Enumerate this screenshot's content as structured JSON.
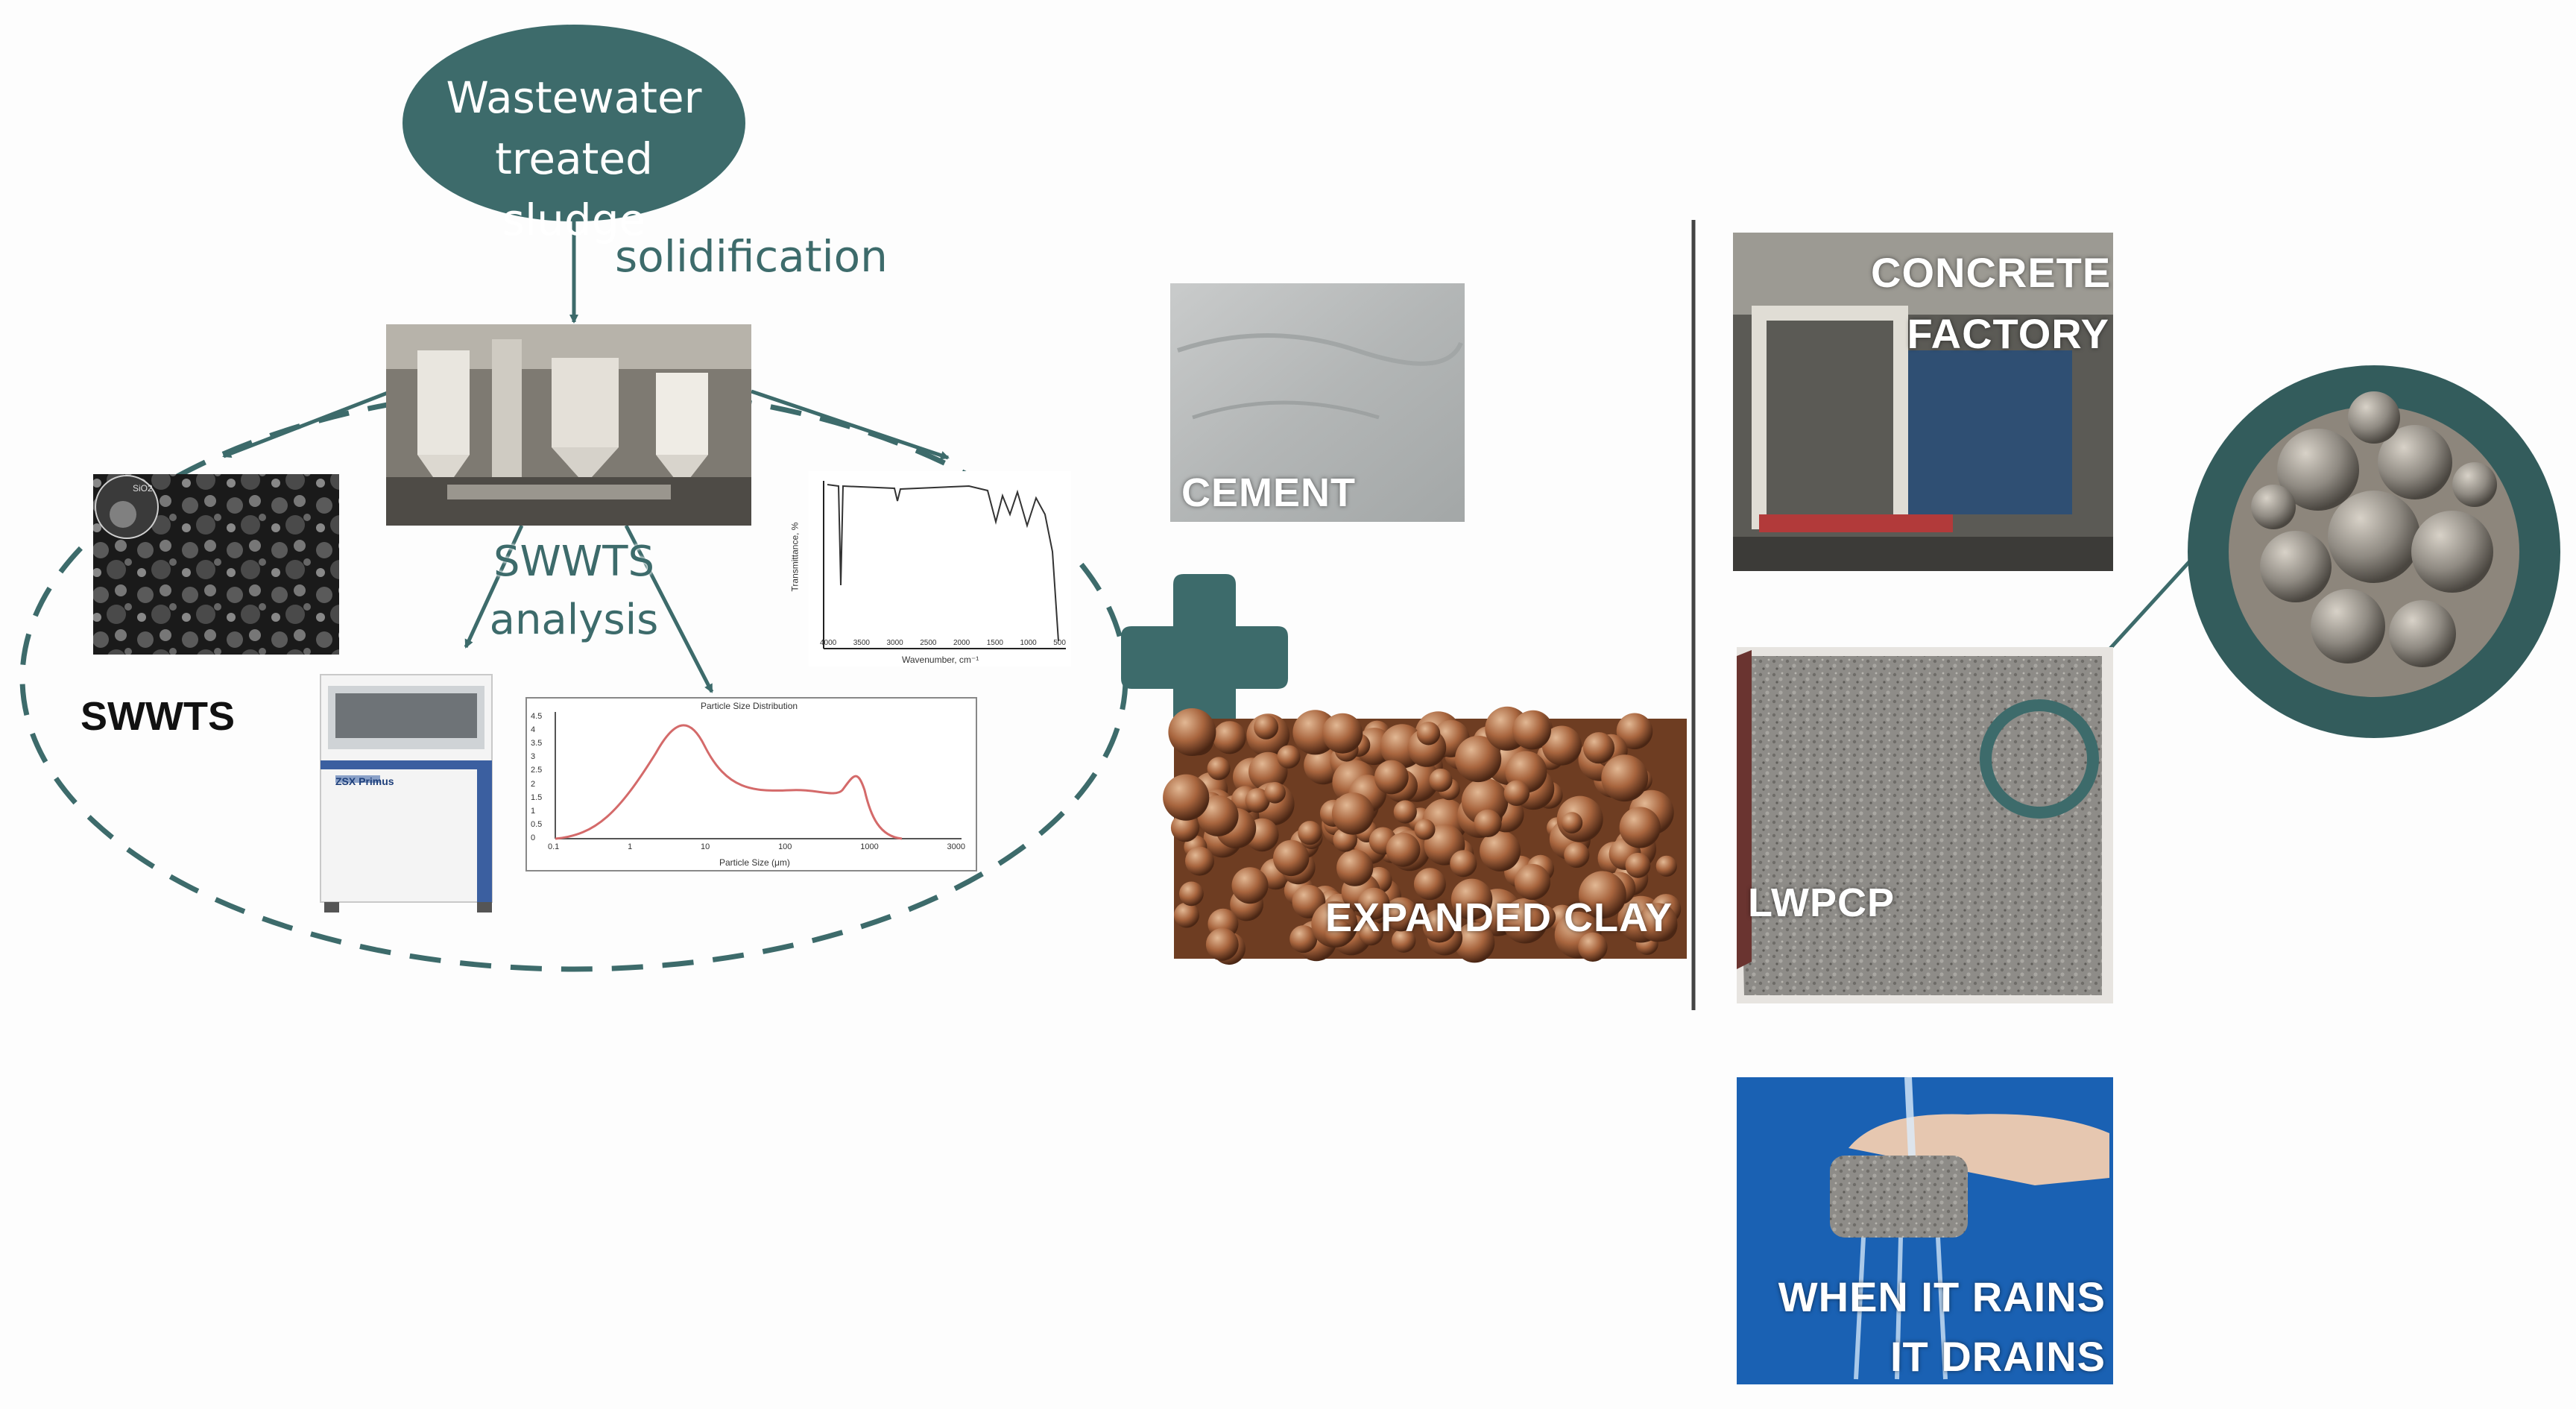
{
  "source": {
    "label": "Wastewater treated sludge",
    "line1": "Wastewater",
    "line2": "treated sludge"
  },
  "process": {
    "solidification": "solidification"
  },
  "swwts": {
    "label": "SWWTS",
    "analysis_line1": "SWWTS",
    "analysis_line2": "analysis"
  },
  "sem_image": {
    "inset_label": "SiO2"
  },
  "ftir_chart": {
    "xlabel": "Wavenumber, cm⁻¹",
    "ylabel": "Transmittance, %",
    "xticks": [
      "4000",
      "3500",
      "3000",
      "2500",
      "2000",
      "1500",
      "1000",
      "500"
    ]
  },
  "psd_chart": {
    "title": "Particle Size Distribution",
    "xlabel": "Particle Size (μm)",
    "xticks": [
      "0.1",
      "1",
      "10",
      "100",
      "1000",
      "3000"
    ],
    "yticks": [
      "0",
      "0.5",
      "1",
      "1.5",
      "2",
      "2.5",
      "3",
      "3.5",
      "4",
      "4.5"
    ]
  },
  "xrf_device": {
    "brand": "ZSX Primus"
  },
  "materials": {
    "cement": "CEMENT",
    "expanded_clay": "EXPANDED CLAY"
  },
  "products": {
    "factory_line1": "CONCRETE",
    "factory_line2": "FACTORY",
    "lwpcp": "LWPCP",
    "rain_line1": "WHEN IT RAINS",
    "rain_line2": "IT DRAINS"
  },
  "colors": {
    "teal": "#3d6b6b",
    "dark_teal": "#335c5c",
    "background": "#fdfdfd"
  }
}
